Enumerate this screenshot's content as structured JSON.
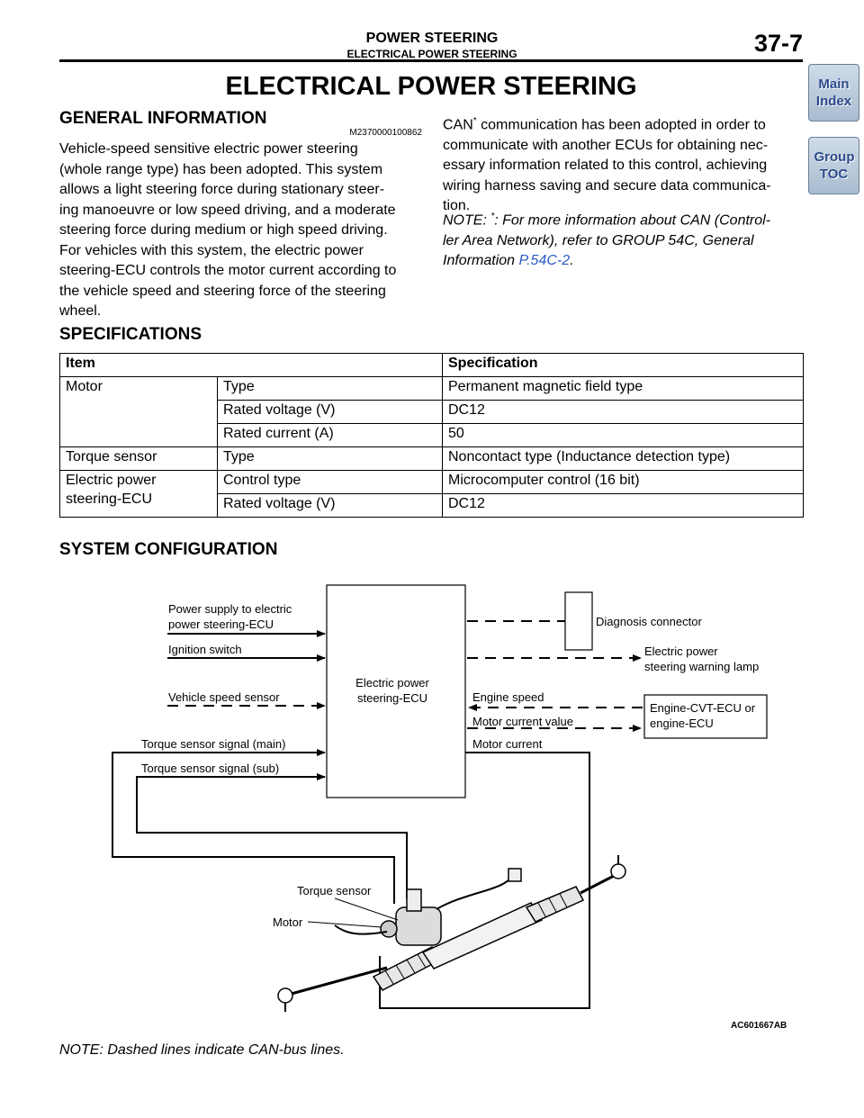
{
  "header": {
    "group_title": "POWER STEERING",
    "section_title": "ELECTRICAL POWER STEERING",
    "page_number": "37-7"
  },
  "nav": {
    "main_index": "Main Index",
    "group_toc": "Group TOC"
  },
  "page_title": "ELECTRICAL POWER STEERING",
  "general_information": {
    "heading": "GENERAL INFORMATION",
    "code": "M2370000100862",
    "paragraph_lines": [
      "Vehicle-speed sensitive electric power steering",
      "(whole range type) has been adopted. This system",
      "allows a light steering force during stationary steer-",
      "ing manoeuvre or low speed driving, and a moderate",
      "steering force during medium or high speed driving.",
      "For vehicles with this system, the electric power",
      "steering-ECU controls the motor current according to",
      "the vehicle speed and steering force of the steering",
      "wheel."
    ],
    "can_lines": {
      "line1_pre": "CAN",
      "line1_sup": "*",
      "line1_post": " communication has been adopted in order to",
      "line2": "communicate with another ECUs for obtaining nec-",
      "line3": "essary information related to this control, achieving",
      "line4": "wiring harness saving and secure data communica-",
      "line5": "tion."
    },
    "note_lines": {
      "line1_pre": "NOTE: ",
      "line1_sup": "*",
      "line1_post": ": For more information about CAN (Control-",
      "line2": "ler Area Network), refer to GROUP 54C, General",
      "line3_pre": "Information ",
      "line3_link": "P.54C-2",
      "line3_post": "."
    }
  },
  "specifications": {
    "heading": "SPECIFICATIONS",
    "col_item": "Item",
    "col_spec": "Specification",
    "motor": "Motor",
    "motor_type_label": "Type",
    "motor_type_value": "Permanent magnetic field type",
    "motor_voltage_label": "Rated voltage (V)",
    "motor_voltage_value": "DC12",
    "motor_current_label": "Rated current (A)",
    "motor_current_value": "50",
    "torque_sensor": "Torque sensor",
    "torque_type_label": "Type",
    "torque_type_value": "Noncontact type (Inductance detection type)",
    "ecu_line1": "Electric power",
    "ecu_line2": "steering-ECU",
    "ecu_control_label": "Control type",
    "ecu_control_value": "Microcomputer control (16 bit)",
    "ecu_voltage_label": "Rated voltage (V)",
    "ecu_voltage_value": "DC12"
  },
  "system_configuration": {
    "heading": "SYSTEM CONFIGURATION",
    "ecu_box_line1": "Electric power",
    "ecu_box_line2": "steering-ECU",
    "power_supply_line1": "Power supply to electric",
    "power_supply_line2": "power steering-ECU",
    "ignition_switch": "Ignition switch",
    "vehicle_speed_sensor": "Vehicle speed sensor",
    "torque_main": "Torque sensor signal (main)",
    "torque_sub": "Torque sensor signal (sub)",
    "diagnosis_connector": "Diagnosis connector",
    "warning_lamp_line1": "Electric power",
    "warning_lamp_line2": "steering warning lamp",
    "engine_speed": "Engine speed",
    "motor_current_value": "Motor current value",
    "motor_current": "Motor current",
    "engine_ecu_line1": "Engine-CVT-ECU or",
    "engine_ecu_line2": "engine-ECU",
    "torque_sensor_label": "Torque sensor",
    "motor_label": "Motor",
    "figure_code": "AC601667AB"
  },
  "footer_note": "NOTE: Dashed lines indicate CAN-bus lines."
}
